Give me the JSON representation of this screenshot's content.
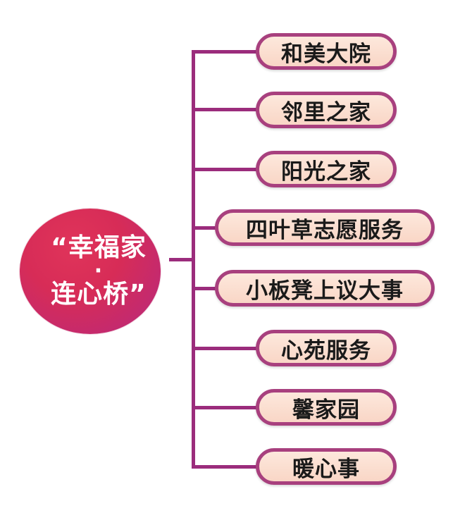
{
  "center": {
    "line1": "“幸福家",
    "separator": "·",
    "line2": "连心桥”"
  },
  "branches": [
    "和美大院",
    "邻里之家",
    "阳光之家",
    "四叶草志愿服务",
    "小板凳上议大事",
    "心苑服务",
    "馨家园",
    "暖心事"
  ],
  "colors": {
    "circle": "#d72c57",
    "connector": "#9b2c7c",
    "node_border": "#a8407e",
    "node_fill": "#fde8dc"
  }
}
